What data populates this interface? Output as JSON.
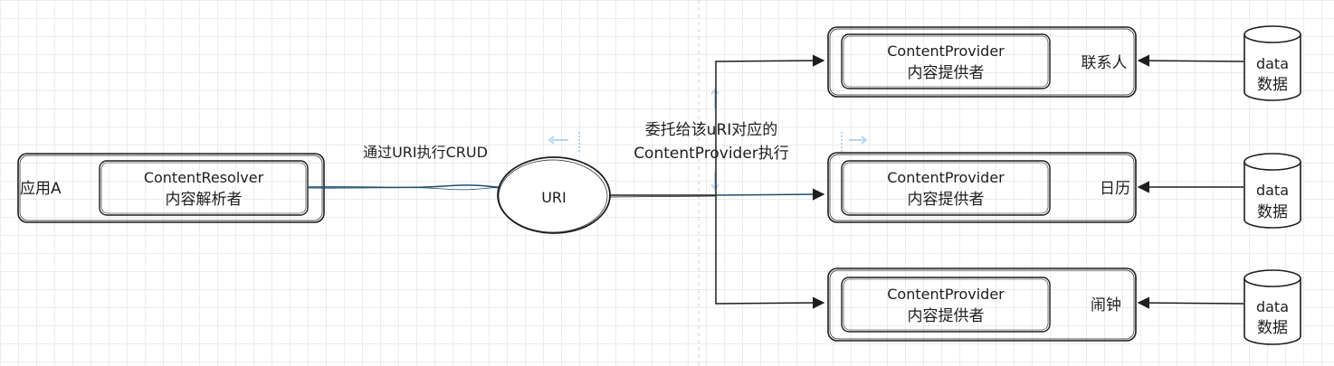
{
  "app_a": {
    "label": "应用A"
  },
  "resolver": {
    "line1": "ContentResolver",
    "line2": "内容解析者"
  },
  "uri": {
    "label": "URI"
  },
  "edge_crud": {
    "label": "通过URI执行CRUD"
  },
  "edge_delegate": {
    "line1": "委托给该uRI对应的",
    "line2": "ContentProvider执行"
  },
  "providers": [
    {
      "line1": "ContentProvider",
      "line2": "内容提供者",
      "name": "联系人"
    },
    {
      "line1": "ContentProvider",
      "line2": "内容提供者",
      "name": "日历"
    },
    {
      "line1": "ContentProvider",
      "line2": "内容提供者",
      "name": "闹钟"
    }
  ],
  "databases": [
    {
      "line1": "data",
      "line2": "数据"
    },
    {
      "line1": "data",
      "line2": "数据"
    },
    {
      "line1": "data",
      "line2": "数据"
    }
  ]
}
